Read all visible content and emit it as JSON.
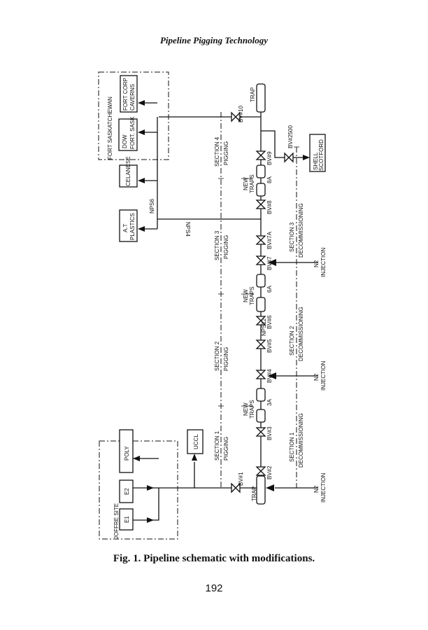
{
  "header": "Pipeline Pigging Technology",
  "caption": "Fig. 1. Pipeline schematic with modifications.",
  "page_number": "192",
  "diagram": {
    "fort_sask_site": "FORT SASKATCHEWAN",
    "dow": "DOW",
    "fort_sask": "FORT. SASK",
    "fort_corp": "FORT CORP",
    "caverns": "CAVERNS",
    "celanese": "CELANESE",
    "at": "A.T",
    "plastics": "PLASTICS",
    "nps6": "NPS6",
    "nps4": "NPS4",
    "nps12": "NPS12",
    "joffre_site": "JOFFRE SITE",
    "e1": "E1",
    "e2": "E2",
    "poly": "POLY",
    "uccl": "UCCL",
    "trap": "TRAP",
    "new": "NEW",
    "traps": "TRAPS",
    "t8a": "8A",
    "t6a": "6A",
    "t3a": "3A",
    "bv10": "BV#10",
    "bv9": "BV#9",
    "bv8": "BV#8",
    "bv7a": "BV#7A",
    "bv7": "BV#7",
    "bv6": "BV#6",
    "bv5": "BV#5",
    "bv4": "BV#4",
    "bv3": "BV#3",
    "bv2": "BV#2",
    "bv1": "BV#1",
    "bv2500": "BV#2500",
    "shell": "SHELL",
    "scotford": "SCOTFORD",
    "sec4": "SECTION 4",
    "sec3": "SECTION 3",
    "sec2": "SECTION 2",
    "sec1": "SECTION 1",
    "pigging": "PIGGING",
    "decom": "DECOMMISSIONING",
    "n2": "N2",
    "injection": "INJECTION"
  }
}
